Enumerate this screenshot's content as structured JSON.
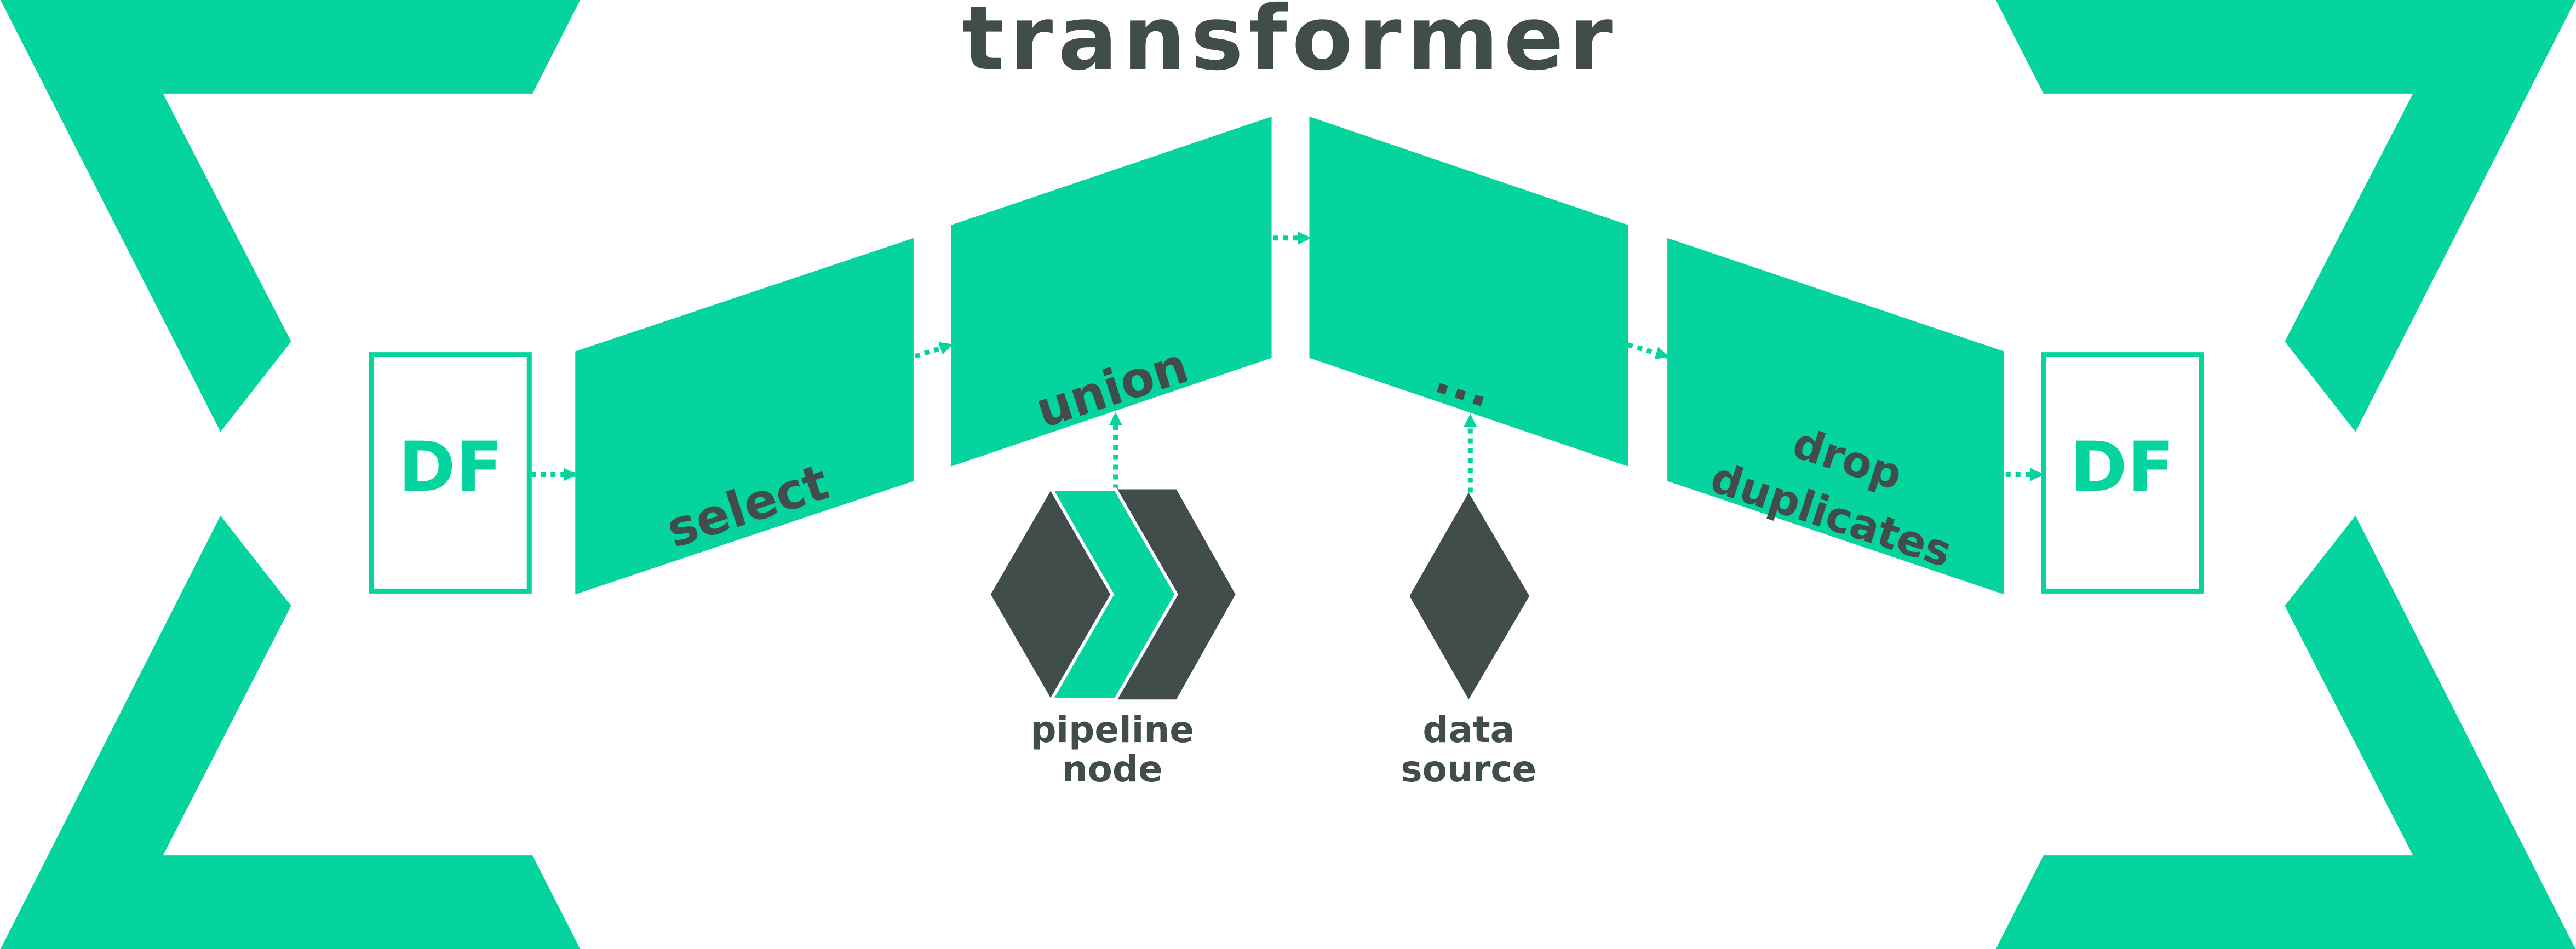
{
  "title": "transformer",
  "colors": {
    "accent": "#06d49e",
    "dark": "#404d4a",
    "background": "#ffffff"
  },
  "input": {
    "label": "DF"
  },
  "output": {
    "label": "DF"
  },
  "stages": [
    {
      "label": "select"
    },
    {
      "label": "union"
    },
    {
      "label": "..."
    },
    {
      "label_lines": [
        "drop",
        "duplicates"
      ]
    }
  ],
  "legend": {
    "pipeline_node": {
      "lines": [
        "pipeline",
        "node"
      ],
      "icon": "pipeline-node-icon"
    },
    "data_source": {
      "lines": [
        "data",
        "source"
      ],
      "icon": "data-source-diamond-icon"
    }
  }
}
